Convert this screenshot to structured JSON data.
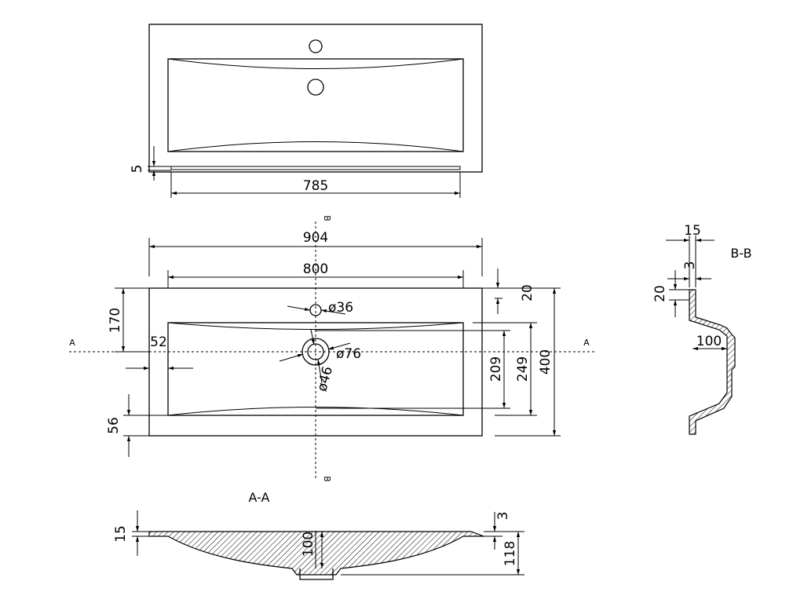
{
  "top_view": {
    "dim_width": "785",
    "dim_edge": "5"
  },
  "plan_view": {
    "dim_overall_width": "904",
    "dim_bowl_width": "800",
    "dim_top_offset": "170",
    "dim_side_offset": "52",
    "dim_bottom_offset": "56",
    "dim_rim": "20",
    "dim_bowl_inner": "209",
    "dim_bowl_outer": "249",
    "dim_overall_depth": "400",
    "dim_tap_hole": "ø36",
    "dim_drain_outer": "ø76",
    "dim_drain_inner": "ø46",
    "section_a_left": "A",
    "section_a_right": "A",
    "section_b_top": "B",
    "section_b_bottom": "B"
  },
  "section_aa": {
    "title": "A-A",
    "dim_rim_thickness": "15",
    "dim_depth": "100",
    "dim_total_height": "118",
    "dim_lip": "3"
  },
  "section_bb": {
    "title": "B-B",
    "dim_top_width": "15",
    "dim_wall": "3",
    "dim_rim_height": "20",
    "dim_depth": "100"
  }
}
